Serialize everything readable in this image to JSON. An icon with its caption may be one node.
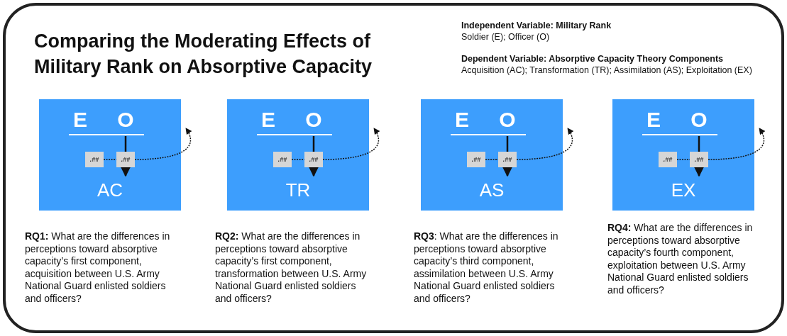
{
  "diagram": {
    "title": "Comparing the Moderating Effects of Military Rank on Absorptive Capacity",
    "nodes": [
      {
        "text": [],
        "shape": "box",
        "beside": [
          "**RQ1:** What are the differences in perceptions toward absorptive capacity’s first component, acquisition between U.S. Army National Guard enlisted soldiers and officers?"
        ]
      },
      {
        "text": [
          "E"
        ],
        "in": 0
      },
      {
        "text": [
          "O"
        ],
        "in": 0
      },
      {
        "text": [
          ".##"
        ],
        "in": 0
      },
      {
        "text": [
          ".##"
        ],
        "in": 0
      },
      {
        "text": [
          "AC"
        ],
        "in": 0
      },
      {
        "text": [],
        "shape": "box",
        "beside": [
          "**RQ2:** What are the differences in perceptions toward absorptive capacity’s first component, transformation between U.S. Army National Guard enlisted soldiers and officers?"
        ]
      },
      {
        "text": [
          "E"
        ],
        "in": 6
      },
      {
        "text": [
          "O"
        ],
        "in": 6
      },
      {
        "text": [
          ".##"
        ],
        "in": 6
      },
      {
        "text": [
          ".##"
        ],
        "in": 6
      },
      {
        "text": [
          "TR"
        ],
        "in": 6
      },
      {
        "text": [],
        "shape": "box",
        "beside": [
          "**RQ3**: What are the differences in perceptions toward absorptive capacity’s third component, assimilation between U.S. Army National Guard enlisted soldiers and officers?"
        ]
      },
      {
        "text": [
          "E"
        ],
        "in": 12
      },
      {
        "text": [
          "O"
        ],
        "in": 12
      },
      {
        "text": [
          ".##"
        ],
        "in": 12
      },
      {
        "text": [
          ".##"
        ],
        "in": 12
      },
      {
        "text": [
          "AS"
        ],
        "in": 12
      },
      {
        "text": [],
        "shape": "box",
        "beside": [
          "**RQ4:** What are the differences in perceptions toward absorptive capacity’s fourth component, exploitation between U.S. Army National Guard enlisted soldiers and officers?"
        ]
      },
      {
        "text": [
          "E"
        ],
        "in": 18
      },
      {
        "text": [
          "O"
        ],
        "in": 18
      },
      {
        "text": [
          ".##"
        ],
        "in": 18
      },
      {
        "text": [
          ".##"
        ],
        "in": 18
      },
      {
        "text": [
          "EX"
        ],
        "in": 18
      }
    ],
    "edges": [
      {
        "from": 2,
        "to": 4,
        "arrow": "none"
      },
      {
        "from": 4,
        "to": 5,
        "arrow": "to"
      },
      {
        "from": 3,
        "to": 4,
        "arrow": "none",
        "style": "dashed"
      },
      {
        "from": 4,
        "to": null,
        "arrow": "to",
        "style": "dashed"
      },
      {
        "from": 8,
        "to": 10,
        "arrow": "none"
      },
      {
        "from": 10,
        "to": 11,
        "arrow": "to"
      },
      {
        "from": 9,
        "to": 10,
        "arrow": "none",
        "style": "dashed"
      },
      {
        "from": 10,
        "to": null,
        "arrow": "to",
        "style": "dashed"
      },
      {
        "from": 14,
        "to": 16,
        "arrow": "none"
      },
      {
        "from": 16,
        "to": 17,
        "arrow": "to"
      },
      {
        "from": 15,
        "to": 16,
        "arrow": "none",
        "style": "dashed"
      },
      {
        "from": 16,
        "to": null,
        "arrow": "to",
        "style": "dashed"
      },
      {
        "from": 20,
        "to": 22,
        "arrow": "none"
      },
      {
        "from": 22,
        "to": 23,
        "arrow": "to"
      },
      {
        "from": 21,
        "to": 22,
        "arrow": "none",
        "style": "dashed"
      },
      {
        "from": 22,
        "to": null,
        "arrow": "to",
        "style": "dashed"
      }
    ],
    "labels": [
      "Independent Variable: Military Rank",
      "Soldier (E); Officer (O)",
      "Dependent Variable: Absorptive Capacity Theory Components",
      "Acquisition (AC); Transformation (TR); Assimilation (AS); Exploitation (EX)"
    ]
  }
}
